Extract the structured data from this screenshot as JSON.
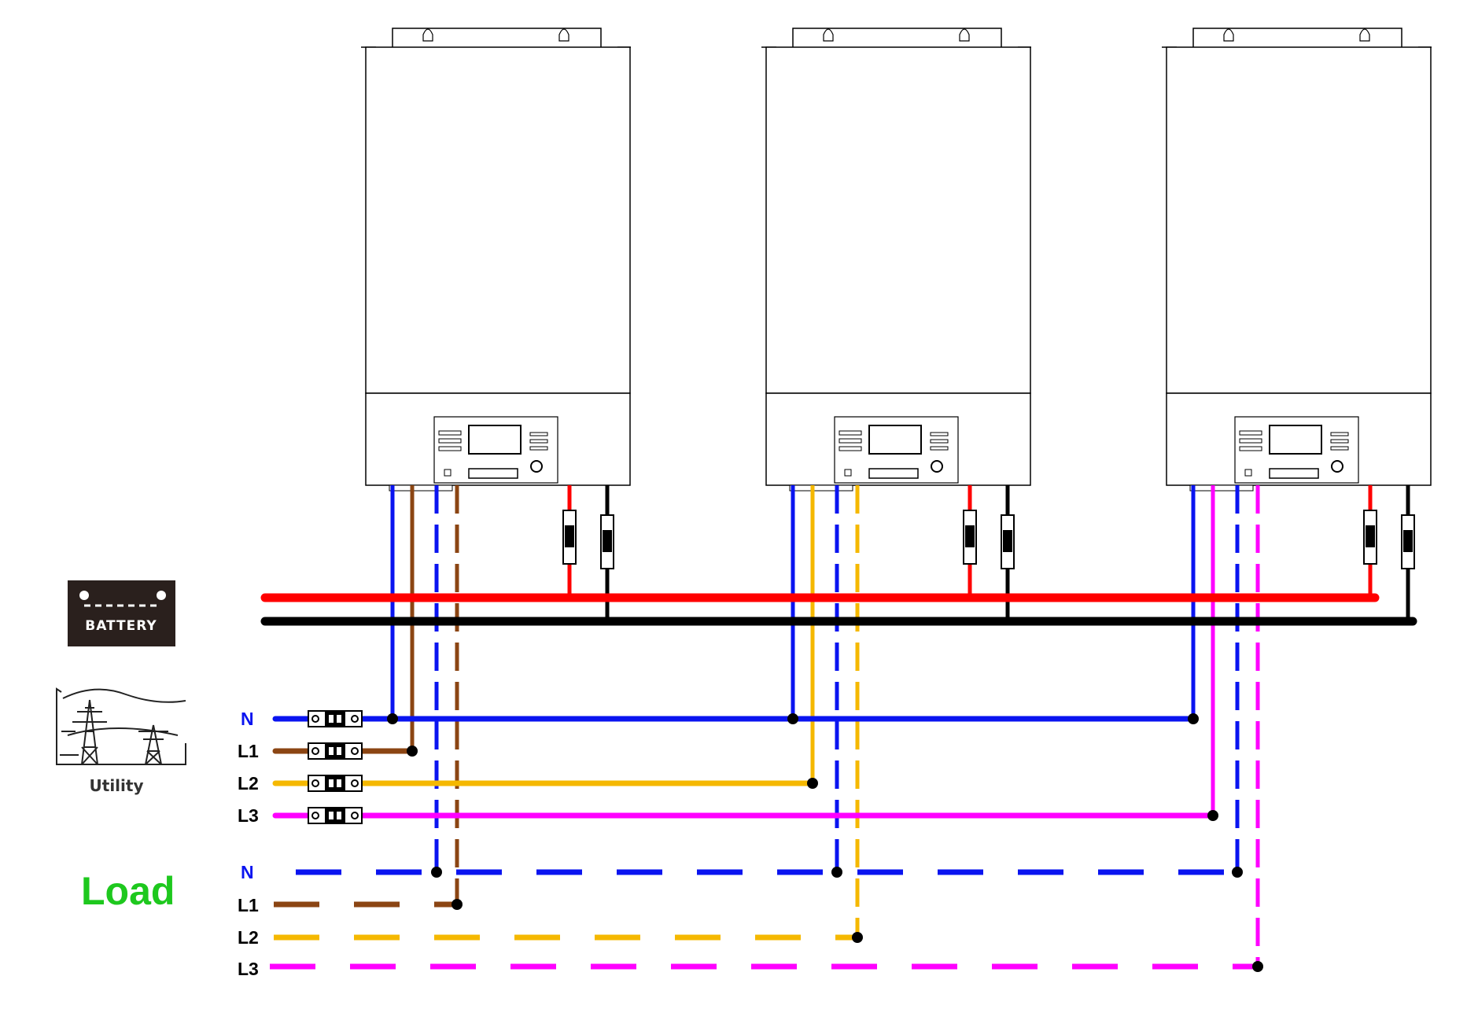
{
  "labels": {
    "battery": "BATTERY",
    "utility": "Utility",
    "load": "Load",
    "utility_lines": [
      "N",
      "L1",
      "L2",
      "L3"
    ],
    "load_lines": [
      "N",
      "L1",
      "L2",
      "L3"
    ]
  },
  "colors": {
    "neutral": "#0a14f0",
    "l1": "#8b4513",
    "l2": "#f5b800",
    "l3": "#ff00ff",
    "battery_positive": "#ff0000",
    "battery_negative": "#000000",
    "load_label": "#1ec81e"
  },
  "inverter_count": 3
}
